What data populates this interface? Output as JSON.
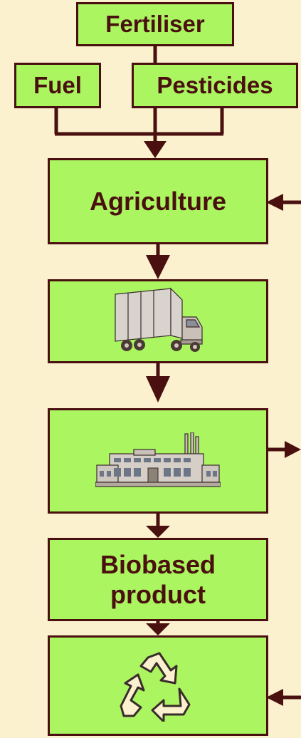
{
  "diagram": {
    "inputs": {
      "fertiliser": "Fertiliser",
      "fuel": "Fuel",
      "pesticides": "Pesticides"
    },
    "stages": {
      "agriculture": "Agriculture",
      "transport_icon": "truck-icon",
      "processing_icon": "factory-icon",
      "product_line1": "Biobased",
      "product_line2": "product",
      "end_of_life_icon": "recycle-icon"
    },
    "colors": {
      "background": "#fbf1cf",
      "box_fill": "#aaf560",
      "stroke": "#4a0f0f"
    }
  }
}
